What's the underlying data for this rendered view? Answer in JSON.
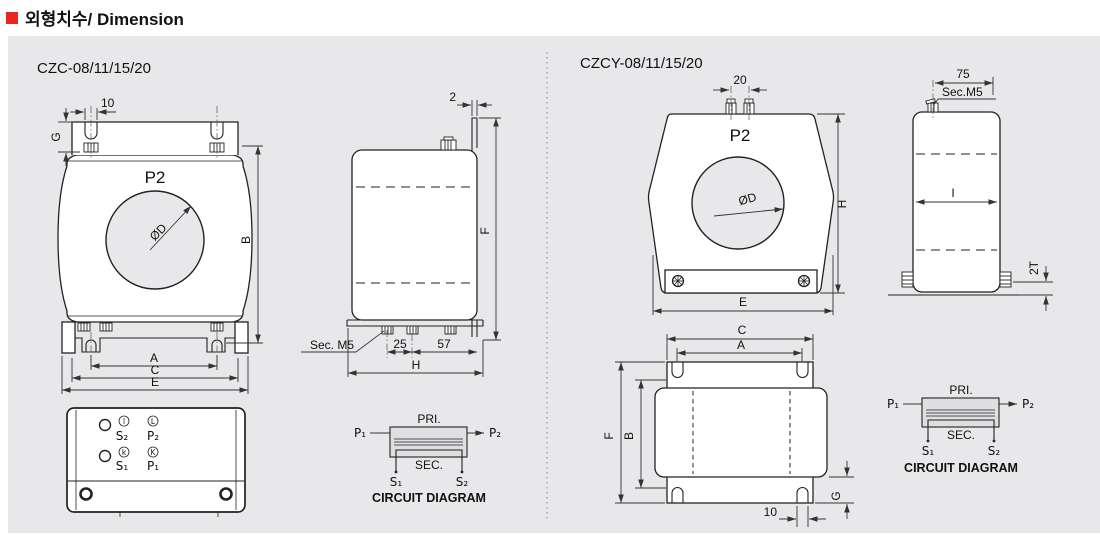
{
  "header": {
    "title": "외형치수/ Dimension"
  },
  "colors": {
    "accent_red": "#e8281e",
    "panel_bg": "#e8e8ea",
    "line": "#222222"
  },
  "czc": {
    "model": "CZC-08/11/15/20",
    "front": {
      "p2": "P2",
      "hole_dia": "ØD",
      "dim_10": "10",
      "dim_g": "G",
      "dim_b": "B",
      "dim_a": "A",
      "dim_c": "C",
      "dim_e": "E"
    },
    "side": {
      "dim_2": "2",
      "dim_f": "F",
      "sec_m5": "Sec. M5",
      "dim_25": "25",
      "dim_57": "57",
      "dim_h": "H"
    },
    "terminals": {
      "mark_s2": "l",
      "label_s2": "S₂",
      "mark_p2": "L",
      "label_p2": "P₂",
      "mark_s1": "k",
      "label_s1": "S₁",
      "mark_p1": "K",
      "label_p1": "P₁"
    },
    "circuit": {
      "pri": "PRI.",
      "sec": "SEC.",
      "p1": "P₁",
      "p2": "P₂",
      "s1": "S₁",
      "s2": "S₂",
      "caption": "CIRCUIT DIAGRAM"
    }
  },
  "czcy": {
    "model": "CZCY-08/11/15/20",
    "front": {
      "p2": "P2",
      "hole_dia": "ØD",
      "dim_20": "20",
      "dim_h": "H",
      "dim_e": "E"
    },
    "bottom": {
      "dim_c": "C",
      "dim_a": "A",
      "dim_f": "F",
      "dim_b": "B",
      "dim_g": "G",
      "dim_10": "10"
    },
    "side": {
      "dim_75": "75",
      "sec_m5": "Sec.M5",
      "dim_i": "I",
      "dim_2t": "2T"
    },
    "circuit": {
      "pri": "PRI.",
      "sec": "SEC.",
      "p1": "P₁",
      "p2": "P₂",
      "s1": "S₁",
      "s2": "S₂",
      "caption": "CIRCUIT DIAGRAM"
    }
  }
}
